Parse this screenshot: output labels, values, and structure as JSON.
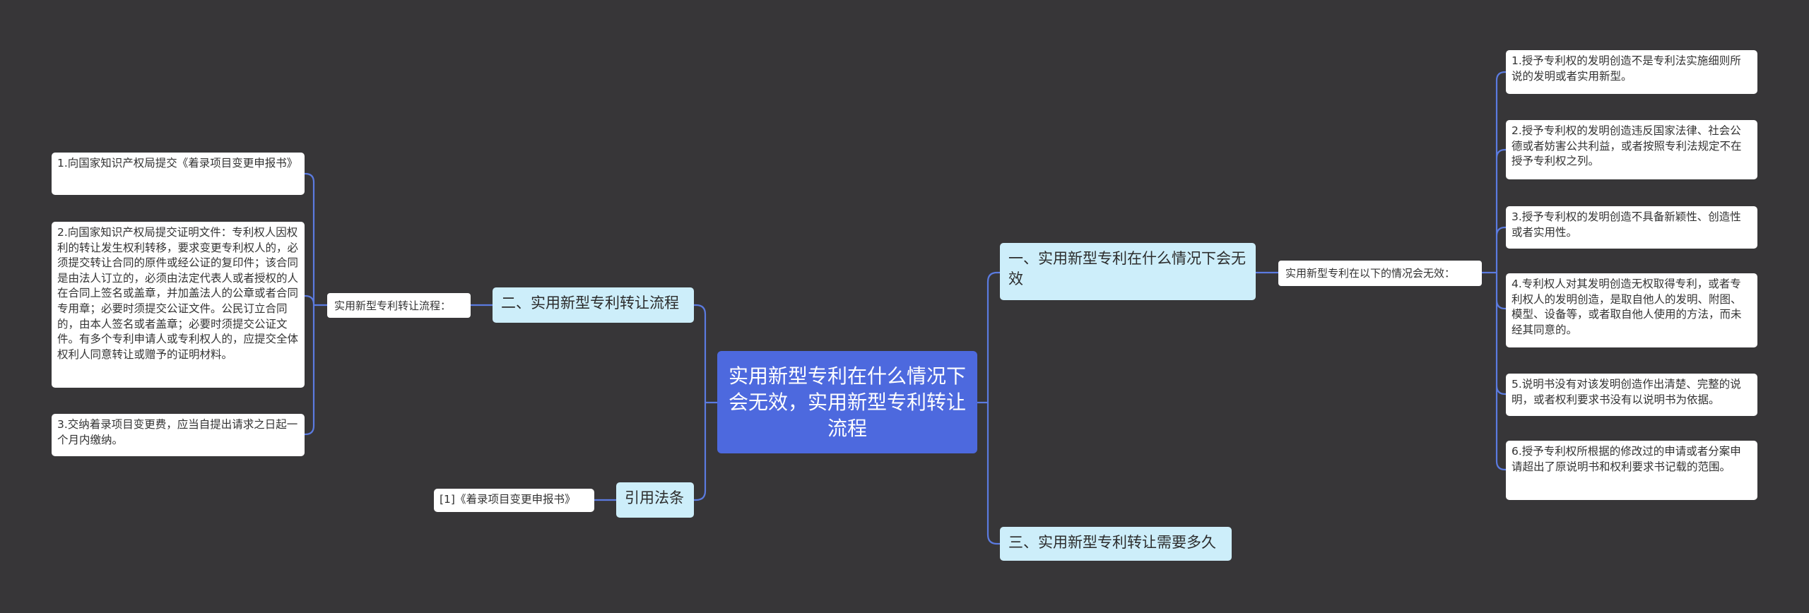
{
  "colors": {
    "background": "#373638",
    "root_fill": "#4d69de",
    "branch_fill": "#cdeefa",
    "leaf_fill": "#ffffff",
    "connector": "#5b7be0"
  },
  "root": {
    "label": "实用新型专利在什么情况下会无效，实用新型专利转让流程"
  },
  "branches": {
    "right_1": {
      "label": "一、实用新型专利在什么情况下会无效",
      "sub_label": "实用新型专利在以下的情况会无效：",
      "items": [
        "1.授予专利权的发明创造不是专利法实施细则所说的发明或者实用新型。",
        "2.授予专利权的发明创造违反国家法律、社会公德或者妨害公共利益，或者按照专利法规定不在授予专利权之列。",
        "3.授予专利权的发明创造不具备新颖性、创造性或者实用性。",
        "4.专利权人对其发明创造无权取得专利，或者专利权人的发明创造，是取自他人的发明、附图、模型、设备等，或者取自他人使用的方法，而未经其同意的。",
        "5.说明书没有对该发明创造作出清楚、完整的说明，或者权利要求书没有以说明书为依据。",
        "6.授予专利权所根据的修改过的申请或者分案申请超出了原说明书和权利要求书记载的范围。"
      ]
    },
    "right_3": {
      "label": "三、实用新型专利转让需要多久"
    },
    "left_2": {
      "label": "二、实用新型专利转让流程",
      "sub_label": "实用新型专利转让流程：",
      "items": [
        "1.向国家知识产权局提交《着录项目变更申报书》",
        "2.向国家知识产权局提交证明文件：专利权人因权利的转让发生权利转移，要求变更专利权人的，必须提交转让合同的原件或经公证的复印件；该合同是由法人订立的，必须由法定代表人或者授权的人在合同上签名或盖章，并加盖法人的公章或者合同专用章；必要时须提交公证文件。公民订立合同的，由本人签名或者盖章；必要时须提交公证文件。有多个专利申请人或专利权人的，应提交全体权利人同意转让或赠予的证明材料。",
        "3.交纳着录项目变更费，应当自提出请求之日起一个月内缴纳。"
      ]
    },
    "left_ref": {
      "label": "引用法条",
      "items": [
        "[1]《着录项目变更申报书》"
      ]
    }
  }
}
